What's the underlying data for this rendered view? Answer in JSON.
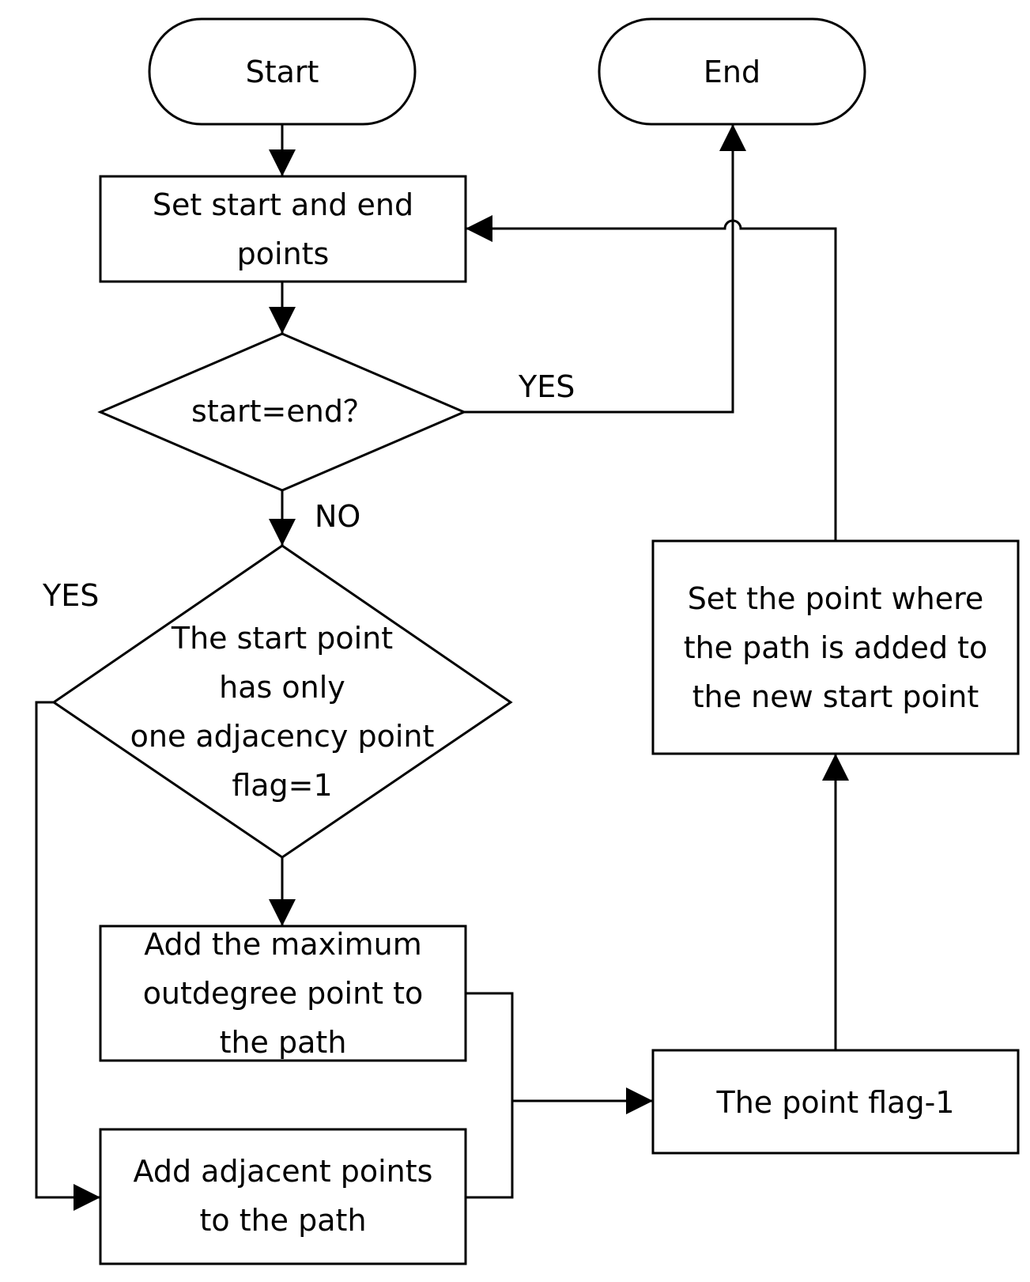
{
  "nodes": {
    "start": {
      "label": "Start"
    },
    "end": {
      "label": "End"
    },
    "set_points": {
      "lines": [
        "Set start and end",
        "points"
      ]
    },
    "decision_start_end": {
      "label": "start=end？"
    },
    "decision_adjacency": {
      "lines": [
        "The start point",
        "has only",
        "one adjacency point",
        "flag=1"
      ]
    },
    "add_max_outdegree": {
      "lines": [
        "Add the maximum",
        "outdegree point to",
        "the path"
      ]
    },
    "add_adjacent": {
      "lines": [
        "Add adjacent points",
        "to the path"
      ]
    },
    "flag_minus": {
      "label": "The point flag-1"
    },
    "set_new_start": {
      "lines": [
        "Set the point where",
        "the path is added to",
        "the new start point"
      ]
    }
  },
  "edge_labels": {
    "yes_top": "YES",
    "no": "NO",
    "yes_left": "YES"
  },
  "colors": {
    "stroke": "#000000",
    "background": "#ffffff"
  }
}
